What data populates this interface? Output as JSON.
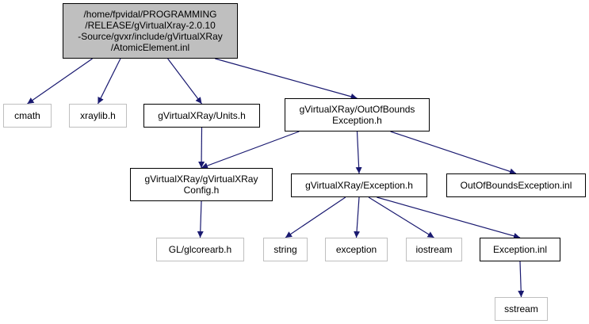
{
  "nodes": {
    "root": {
      "lines": [
        "/home/fpvidal/PROGRAMMING",
        "/RELEASE/gVirtualXray-2.0.10",
        "-Source/gvxr/include/gVirtualXRay",
        "/AtomicElement.inl"
      ]
    },
    "cmath": {
      "lines": [
        "cmath"
      ]
    },
    "xraylib": {
      "lines": [
        "xraylib.h"
      ]
    },
    "units": {
      "lines": [
        "gVirtualXRay/Units.h"
      ]
    },
    "oob": {
      "lines": [
        "gVirtualXRay/OutOfBounds",
        "Exception.h"
      ]
    },
    "config": {
      "lines": [
        "gVirtualXRay/gVirtualXRay",
        "Config.h"
      ]
    },
    "exception": {
      "lines": [
        "gVirtualXRay/Exception.h"
      ]
    },
    "oobinl": {
      "lines": [
        "OutOfBoundsException.inl"
      ]
    },
    "glcorearb": {
      "lines": [
        "GL/glcorearb.h"
      ]
    },
    "string": {
      "lines": [
        "string"
      ]
    },
    "stdexcept": {
      "lines": [
        "exception"
      ]
    },
    "iostream": {
      "lines": [
        "iostream"
      ]
    },
    "excinl": {
      "lines": [
        "Exception.inl"
      ]
    },
    "sstream": {
      "lines": [
        "sstream"
      ]
    }
  },
  "edges": [
    [
      "root",
      "cmath"
    ],
    [
      "root",
      "xraylib"
    ],
    [
      "root",
      "units"
    ],
    [
      "root",
      "oob"
    ],
    [
      "units",
      "config"
    ],
    [
      "oob",
      "config"
    ],
    [
      "oob",
      "exception"
    ],
    [
      "oob",
      "oobinl"
    ],
    [
      "config",
      "glcorearb"
    ],
    [
      "exception",
      "string"
    ],
    [
      "exception",
      "stdexcept"
    ],
    [
      "exception",
      "iostream"
    ],
    [
      "exception",
      "excinl"
    ],
    [
      "excinl",
      "sstream"
    ]
  ],
  "colors": {
    "edge": "#191970",
    "root_fill": "#bfbfbf",
    "external_border": "#bfbfbf",
    "border": "#000000"
  }
}
